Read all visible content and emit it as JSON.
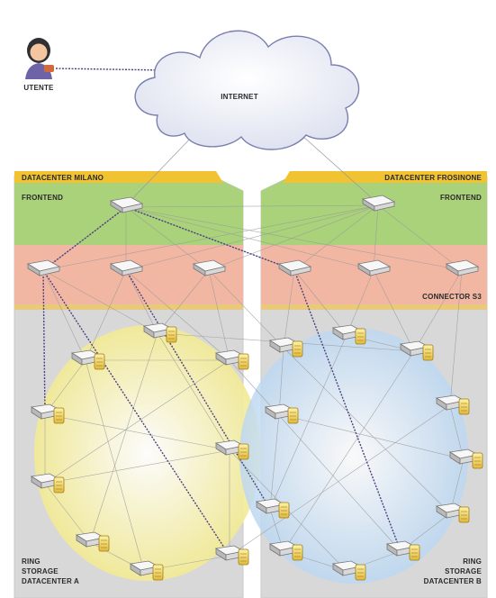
{
  "user": {
    "label": "UTENTE"
  },
  "internet": {
    "label": "INTERNET"
  },
  "datacenters": {
    "milano": {
      "title": "DATACENTER MILANO",
      "frontend_label": "FRONTEND"
    },
    "frosinone": {
      "title": "DATACENTER FROSINONE",
      "frontend_label": "FRONTEND"
    }
  },
  "connector": {
    "label": "CONNECTOR S3"
  },
  "rings": {
    "a": {
      "line1": "RING",
      "line2": "STORAGE",
      "line3": "DATACENTER A"
    },
    "b": {
      "line1": "RING",
      "line2": "STORAGE",
      "line3": "DATACENTER B"
    }
  },
  "colors": {
    "frontend_band": "#a9d27a",
    "connector_band": "#f2b7a3",
    "storage_band": "#d7d7d7",
    "datacenter_tab": "#f1c232",
    "ring_a": "#f6f0a8",
    "ring_b": "#cfe3f6",
    "cloud": "#eef0f7"
  }
}
